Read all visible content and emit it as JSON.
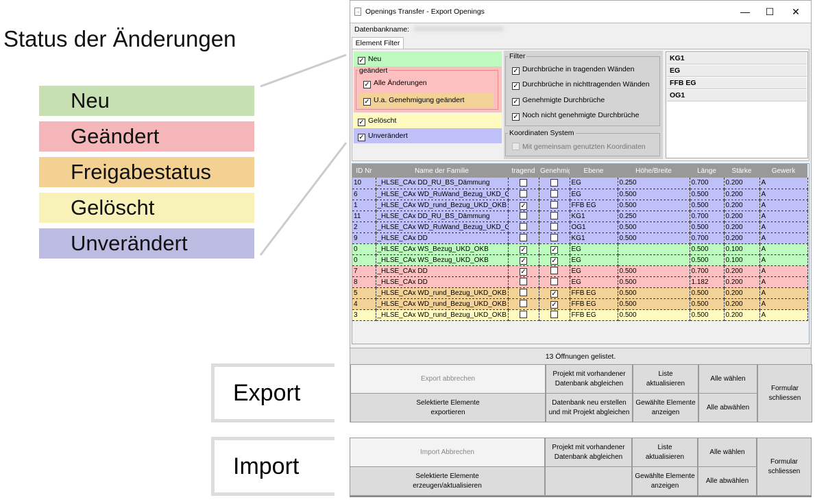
{
  "annotation": {
    "title": "Status der Änderungen",
    "legend": [
      {
        "label": "Neu",
        "color": "#c6e0b4"
      },
      {
        "label": "Geändert",
        "color": "#f4b6b8"
      },
      {
        "label": "Freigabestatus",
        "color": "#f2d193"
      },
      {
        "label": "Gelöscht",
        "color": "#f8f2b8"
      },
      {
        "label": "Unverändert",
        "color": "#bcbce2"
      }
    ],
    "export_label": "Export",
    "import_label": "Import"
  },
  "window": {
    "title": "Openings Transfer - Export Openings",
    "db_label": "Datenbankname:",
    "tab": "Element Filter",
    "status": {
      "neu": "Neu",
      "geaendert": "geändert",
      "alle": "Alle Änderungen",
      "genehmigung": "U.a. Genehmigung geändert",
      "geloescht": "Gelöscht",
      "unveraendert": "Unverändert"
    },
    "filter": {
      "title": "Filter",
      "items": [
        "Durchbrüche in tragenden Wänden",
        "Durchbrüche in nichttragenden Wänden",
        "Genehmigte Durchbrüche",
        "Noch nicht genehmigte Durchbrüche"
      ]
    },
    "koord": {
      "title": "Koordinaten System",
      "item": "Mit gemeinsam genutzten Koordinaten"
    },
    "levels": [
      "KG1",
      "EG",
      "FFB EG",
      "OG1"
    ],
    "columns": [
      "ID Nr",
      "Name der Familie",
      "tragend",
      "Genehmigt",
      "Ebene",
      "Höhe/Breite",
      "Länge",
      "Stärke",
      "Gewerk"
    ],
    "rows": [
      {
        "s": "u",
        "v": [
          "10",
          "_HLSE_CAx DD_RU_BS_Dämmung",
          false,
          false,
          "EG",
          "0.250",
          "0.700",
          "0.200",
          "A"
        ]
      },
      {
        "s": "u",
        "v": [
          "6",
          "_HLSE_CAx WD_RuWand_Bezug_UKD_OK",
          false,
          false,
          "EG",
          "0.500",
          "0.500",
          "0.200",
          "A"
        ]
      },
      {
        "s": "u",
        "v": [
          "1",
          "_HLSE_CAx WD_rund_Bezug_UKD_OKB",
          true,
          false,
          "FFB EG",
          "0.500",
          "0.500",
          "0.200",
          "A"
        ]
      },
      {
        "s": "u",
        "v": [
          "11",
          "_HLSE_CAx DD_RU_BS_Dämmung",
          false,
          false,
          "KG1",
          "0.250",
          "0.700",
          "0.200",
          "A"
        ]
      },
      {
        "s": "u",
        "v": [
          "2",
          "_HLSE_CAx WD_RuWand_Bezug_UKD_OK",
          false,
          false,
          "OG1",
          "0.500",
          "0.500",
          "0.200",
          "A"
        ]
      },
      {
        "s": "u",
        "v": [
          "9",
          "_HLSE_CAx DD",
          false,
          false,
          "KG1",
          "0.500",
          "0.700",
          "0.200",
          "A"
        ]
      },
      {
        "s": "n",
        "v": [
          "0",
          "_HLSE_CAx WS_Bezug_UKD_OKB",
          true,
          true,
          "EG",
          "",
          "0.500",
          "0.100",
          "A"
        ]
      },
      {
        "s": "n",
        "v": [
          "0",
          "_HLSE_CAx WS_Bezug_UKD_OKB",
          true,
          true,
          "EG",
          "",
          "0.500",
          "0.100",
          "A"
        ]
      },
      {
        "s": "g",
        "v": [
          "7",
          "_HLSE_CAx DD",
          true,
          false,
          "EG",
          "0.500",
          "0.700",
          "0.200",
          "A"
        ]
      },
      {
        "s": "g",
        "v": [
          "8",
          "_HLSE_CAx DD",
          false,
          false,
          "EG",
          "0.500",
          "1.182",
          "0.200",
          "A"
        ]
      },
      {
        "s": "f",
        "v": [
          "5",
          "_HLSE_CAx WD_rund_Bezug_UKD_OKB",
          false,
          true,
          "FFB EG",
          "0.500",
          "0.500",
          "0.200",
          "A"
        ]
      },
      {
        "s": "f",
        "v": [
          "4",
          "_HLSE_CAx WD_rund_Bezug_UKD_OKB",
          false,
          true,
          "FFB EG",
          "0.500",
          "0.500",
          "0.200",
          "A"
        ]
      },
      {
        "s": "d",
        "v": [
          "3",
          "_HLSE_CAx WD_rund_Bezug_UKD_OKB",
          false,
          false,
          "FFB EG",
          "0.500",
          "0.500",
          "0.200",
          "A"
        ]
      }
    ],
    "count": "13 Öffnungen gelistet."
  },
  "export_buttons": {
    "abbrechen": "Export abbrechen",
    "selekt": "Selektierte Elemente\nexportieren",
    "abgleichen": "Projekt mit vorhandener\nDatenbank abgleichen",
    "neu": "Datenbank neu erstellen\nund mit Projekt abgleichen",
    "liste": "Liste\naktualisieren",
    "anzeigen": "Gewählte Elemente\nanzeigen",
    "alle": "Alle wählen",
    "keine": "Alle abwählen",
    "schliessen": "Formular\nschliessen"
  },
  "import_buttons": {
    "abbrechen": "Import Abbrechen",
    "selekt": "Selektierte Elemente\nerzeugen/aktualisieren",
    "abgleichen": "Projekt mit vorhandener\nDatenbank abgleichen",
    "liste": "Liste\naktualisieren",
    "anzeigen": "Gewählte Elemente\nanzeigen",
    "alle": "Alle wählen",
    "keine": "Alle abwählen",
    "schliessen": "Formular\nschliessen"
  },
  "row_colors": {
    "u": "#c0c0f8",
    "n": "#bdfabd",
    "g": "#fcc0c0",
    "f": "#f2d297",
    "d": "#fffbc0"
  }
}
